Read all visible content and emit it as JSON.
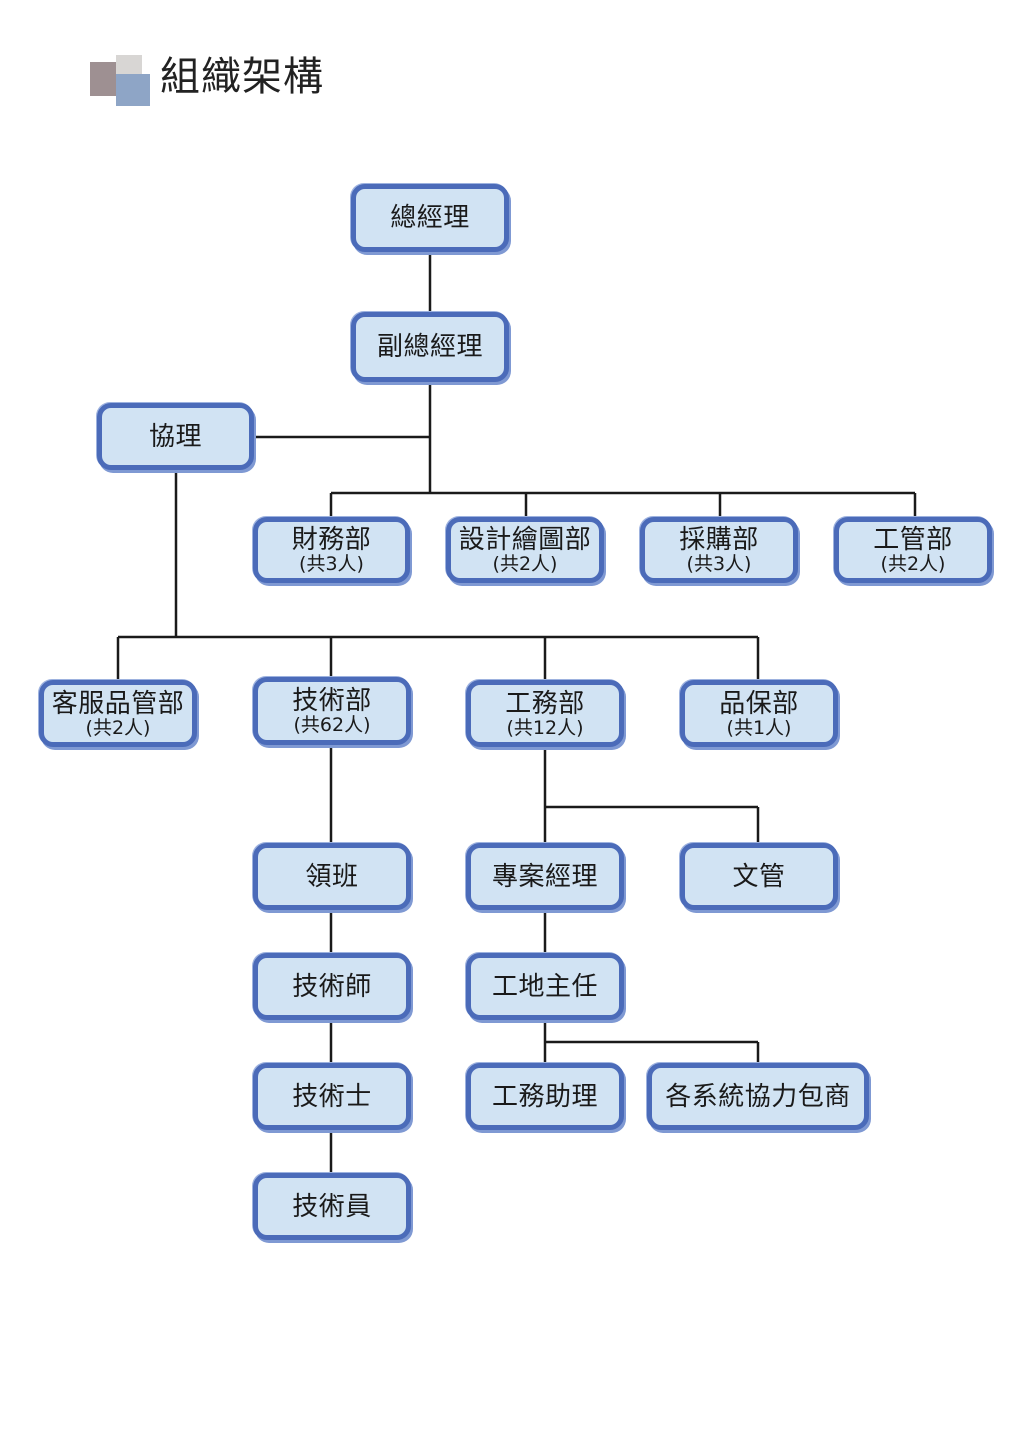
{
  "header": {
    "title": "組織架構"
  },
  "nodes": {
    "gm": {
      "label": "總經理"
    },
    "deputy_gm": {
      "label": "副總經理"
    },
    "associate_manager": {
      "label": "協理"
    },
    "finance": {
      "label": "財務部",
      "sub": "(共3人)"
    },
    "design": {
      "label": "設計繪圖部",
      "sub": "(共2人)"
    },
    "purchasing": {
      "label": "採購部",
      "sub": "(共3人)"
    },
    "engineering_mgmt": {
      "label": "工管部",
      "sub": "(共2人)"
    },
    "customer_service": {
      "label": "客服品管部",
      "sub": "(共2人)"
    },
    "technical": {
      "label": "技術部",
      "sub": "(共62人)"
    },
    "construction": {
      "label": "工務部",
      "sub": "(共12人)"
    },
    "warranty": {
      "label": "品保部",
      "sub": "(共1人)"
    },
    "team_lead": {
      "label": "領班"
    },
    "technician_master": {
      "label": "技術師"
    },
    "technician": {
      "label": "技術士"
    },
    "technical_staff": {
      "label": "技術員"
    },
    "project_manager": {
      "label": "專案經理"
    },
    "document_control": {
      "label": "文管"
    },
    "site_supervisor": {
      "label": "工地主任"
    },
    "construction_assistant": {
      "label": "工務助理"
    },
    "subcontractors": {
      "label": "各系統協力包商"
    }
  }
}
